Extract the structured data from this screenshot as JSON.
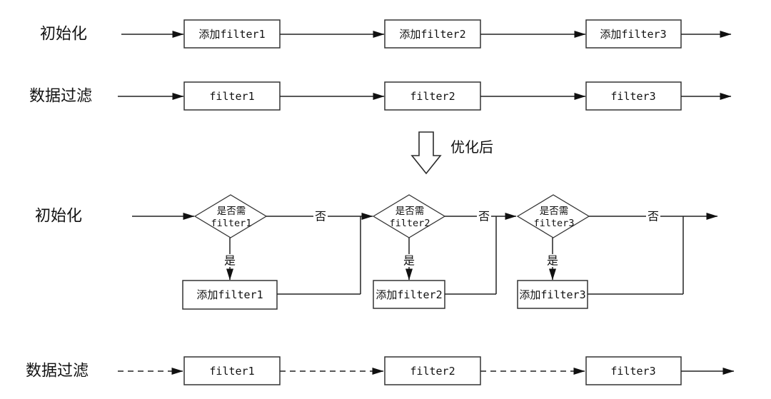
{
  "colors": {
    "stroke": "#222222",
    "text": "#111111",
    "background": "#ffffff"
  },
  "labels": {
    "init_top": "初始化",
    "filter_top": "数据过滤",
    "init_bottom": "初始化",
    "filter_bottom": "数据过滤",
    "transition": "优化后",
    "yes": "是",
    "no": "否"
  },
  "top_section": {
    "add_boxes": [
      "添加filter1",
      "添加filter2",
      "添加filter3"
    ],
    "filter_boxes": [
      "filter1",
      "filter2",
      "filter3"
    ]
  },
  "bottom_section": {
    "decisions": [
      {
        "question_line1": "是否需",
        "question_line2": "filter1",
        "action": "添加filter1"
      },
      {
        "question_line1": "是否需",
        "question_line2": "filter2",
        "action": "添加filter2"
      },
      {
        "question_line1": "是否需",
        "question_line2": "filter3",
        "action": "添加filter3"
      }
    ],
    "filter_boxes": [
      "filter1",
      "filter2",
      "filter3"
    ]
  }
}
